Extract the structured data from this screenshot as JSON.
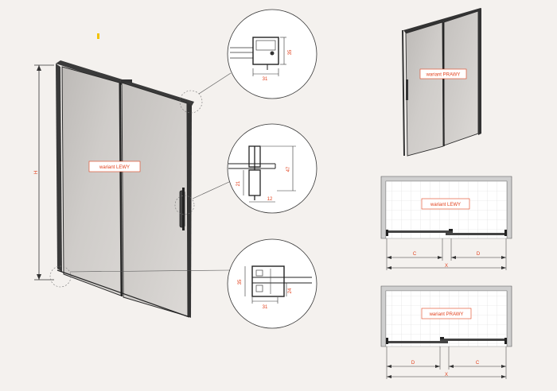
{
  "labels": {
    "variant_left": "wariant LEWY",
    "variant_right": "wariant PRAWY"
  },
  "dimensions": {
    "height": "H",
    "top_profile_height": "35",
    "top_profile_width": "31",
    "handle_profile_height": "47",
    "handle_profile_depth": "21",
    "handle_profile_width": "12",
    "bottom_profile_height": "35",
    "bottom_profile_width": "31",
    "bottom_profile_inner": "24",
    "c": "C",
    "d": "D",
    "x": "X"
  },
  "colors": {
    "background": "#f4f1ee",
    "line": "#2a2a2a",
    "accent": "#e2401c",
    "glass": "#c9c6c3",
    "tile": "#ffffff"
  }
}
